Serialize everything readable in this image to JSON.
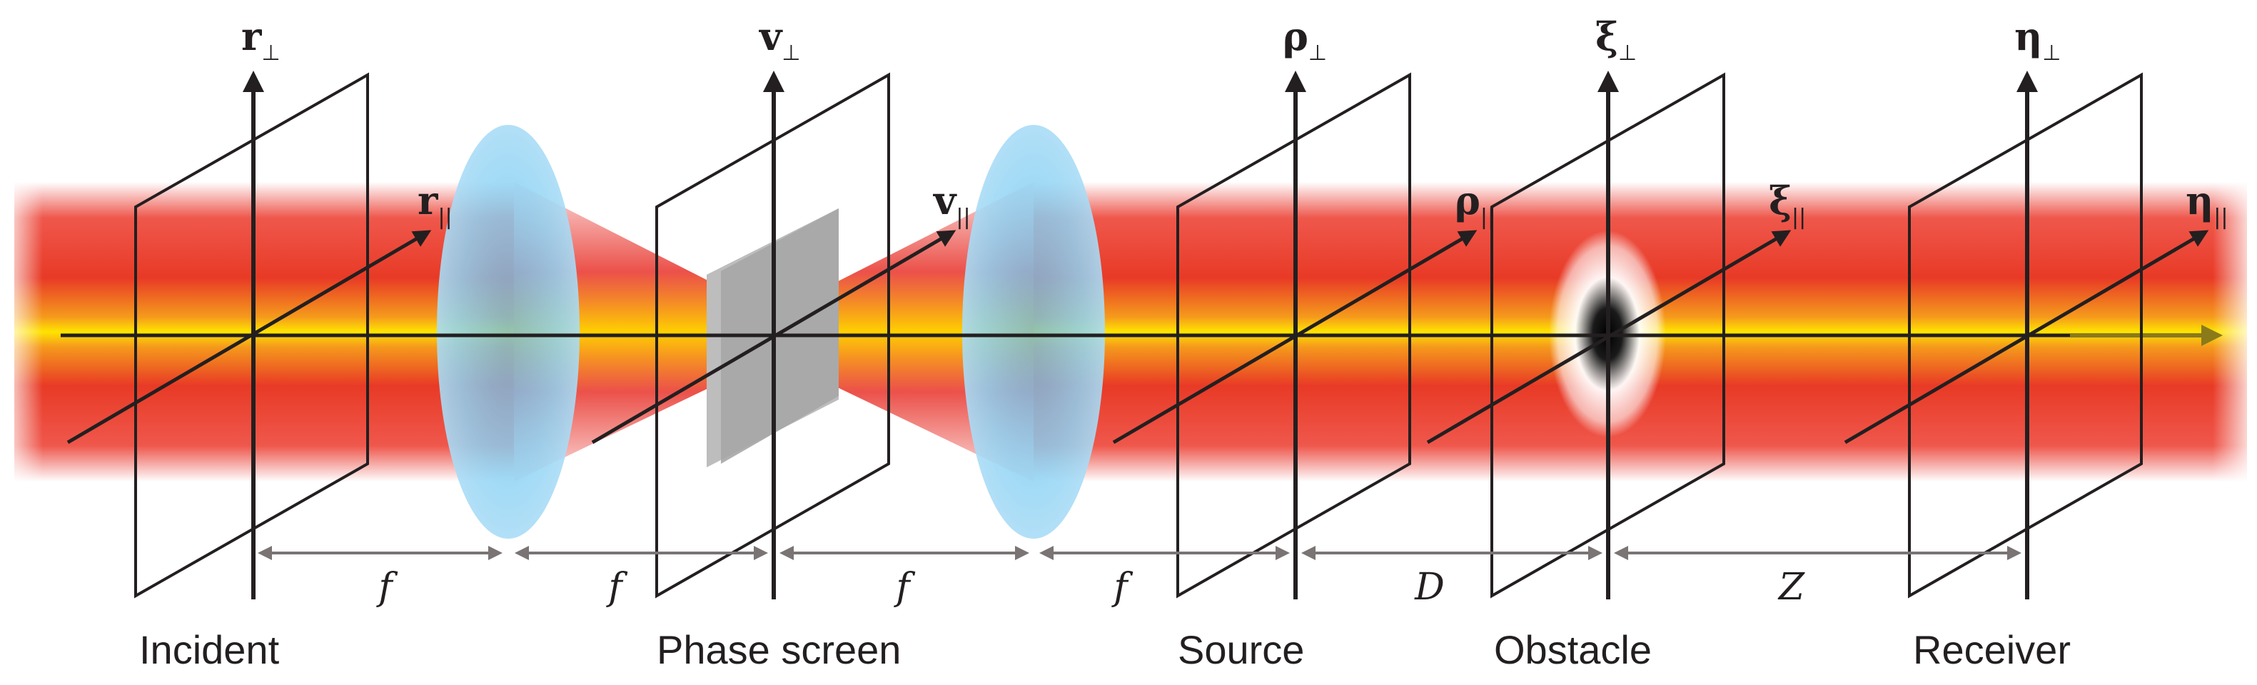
{
  "planes": [
    {
      "id": "incident",
      "name": "Incident",
      "axis_v": "r",
      "axis_h": "r",
      "sub_v": "⊥",
      "sub_h": "||"
    },
    {
      "id": "phase-screen",
      "name": "Phase screen",
      "axis_v": "v",
      "axis_h": "v",
      "sub_v": "⊥",
      "sub_h": "||"
    },
    {
      "id": "source",
      "name": "Source",
      "axis_v": "ρ",
      "axis_h": "ρ",
      "sub_v": "⊥",
      "sub_h": "||"
    },
    {
      "id": "obstacle",
      "name": "Obstacle",
      "axis_v": "ξ",
      "axis_h": "ξ",
      "sub_v": "⊥",
      "sub_h": "||"
    },
    {
      "id": "receiver",
      "name": "Receiver",
      "axis_v": "η",
      "axis_h": "η",
      "sub_v": "⊥",
      "sub_h": "||"
    }
  ],
  "distances": [
    "f",
    "f",
    "f",
    "f",
    "D",
    "Z"
  ],
  "colors": {
    "beam_edge": "#e8322a",
    "beam_core": "#ffd000",
    "lens": "#8fd3f4",
    "phase_screen": "#a6a6a6",
    "line": "#231f20",
    "dimension": "#7a7474"
  }
}
